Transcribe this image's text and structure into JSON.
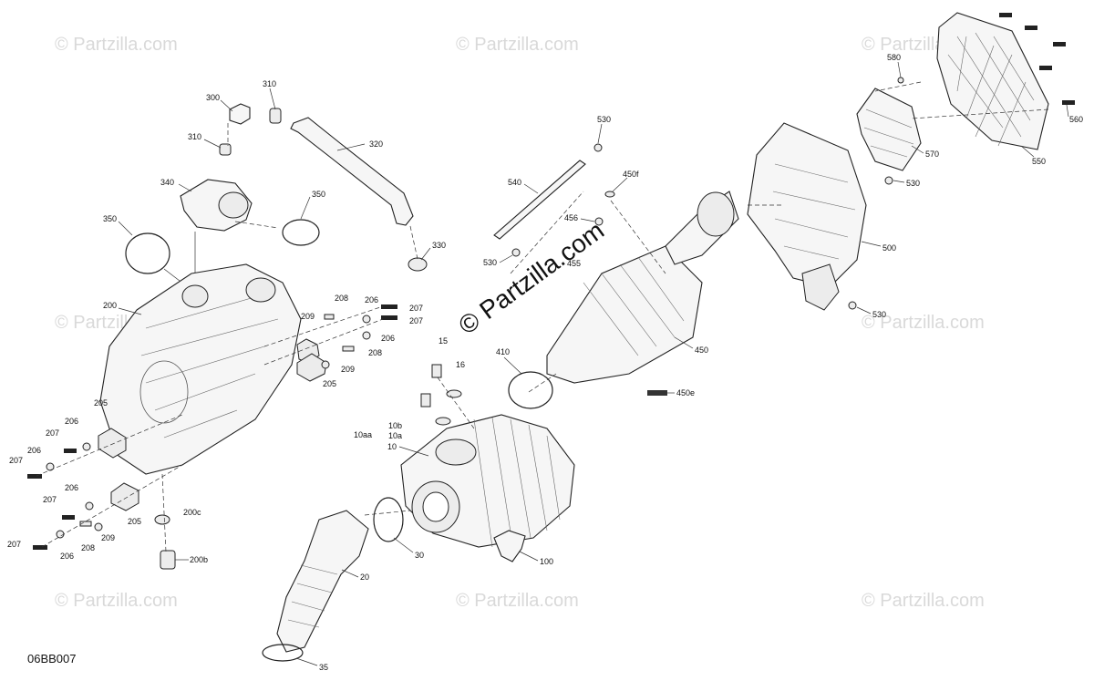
{
  "diagram": {
    "code": "06BB007",
    "watermark_main": "© Partzilla.com",
    "watermark_tile": "© Partzilla.com",
    "labels": {
      "l300": "300",
      "l310a": "310",
      "l310b": "310",
      "l320": "320",
      "l330": "330",
      "l340": "340",
      "l350a": "350",
      "l350b": "350",
      "l200": "200",
      "l208a": "208",
      "l209a": "209",
      "l206a": "206",
      "l207a": "207",
      "l207b": "207",
      "l206b": "206",
      "l208b": "208",
      "l209b": "209",
      "l205a": "205",
      "l205b": "205",
      "l206c": "206",
      "l207c": "207",
      "l206d": "206",
      "l207d": "207",
      "l206e": "206",
      "l207e": "207",
      "l205c": "205",
      "l200c": "200c",
      "l207f": "207",
      "l206f": "206",
      "l208c": "208",
      "l209c": "209",
      "l200b": "200b",
      "l530a": "530",
      "l540": "540",
      "l530b": "530",
      "l450f": "450f",
      "l456": "456",
      "l455": "455",
      "l450": "450",
      "l410": "410",
      "l450e": "450e",
      "l15": "15",
      "l16": "16",
      "l10b": "10b",
      "l10aa": "10aa",
      "l10a": "10a",
      "l10": "10",
      "l30": "30",
      "l20": "20",
      "l100": "100",
      "l35": "35",
      "l580": "580",
      "l560": "560",
      "l570": "570",
      "l550": "550",
      "l530c": "530",
      "l500": "500",
      "l530d": "530"
    }
  }
}
